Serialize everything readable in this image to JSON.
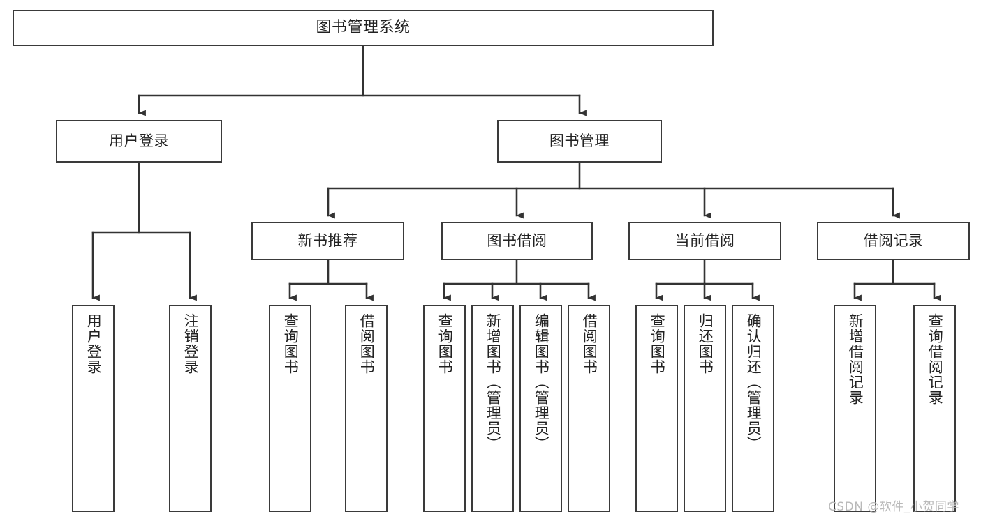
{
  "diagram": {
    "title": "图书管理系统",
    "type": "hierarchy-tree",
    "orientation": "top-down",
    "colors": {
      "box_border": "#3a3a3a",
      "box_fill": "#ffffff",
      "connector": "#333333",
      "text": "#222222",
      "watermark": "#b9b9b9",
      "background": "#ffffff"
    },
    "levels": 4
  },
  "root": {
    "label": "图书管理系统"
  },
  "level1": [
    {
      "label": "用户登录"
    },
    {
      "label": "图书管理"
    }
  ],
  "level2": [
    {
      "label": "新书推荐"
    },
    {
      "label": "图书借阅"
    },
    {
      "label": "当前借阅"
    },
    {
      "label": "借阅记录"
    }
  ],
  "leaves": {
    "user_login": [
      {
        "label": "用户登录"
      },
      {
        "label": "注销登录"
      }
    ],
    "new_book_recommend": [
      {
        "label": "查询图书"
      },
      {
        "label": "借阅图书"
      }
    ],
    "book_borrow": [
      {
        "label": "查询图书"
      },
      {
        "label": "新增图书（管理员）"
      },
      {
        "label": "编辑图书（管理员）"
      },
      {
        "label": "借阅图书"
      }
    ],
    "current_borrow": [
      {
        "label": "查询图书"
      },
      {
        "label": "归还图书"
      },
      {
        "label": "确认归还（管理员）"
      }
    ],
    "borrow_record": [
      {
        "label": "新增借阅记录"
      },
      {
        "label": "查询借阅记录"
      }
    ]
  },
  "watermark": {
    "text": "CSDN @软件_小贺同学"
  }
}
